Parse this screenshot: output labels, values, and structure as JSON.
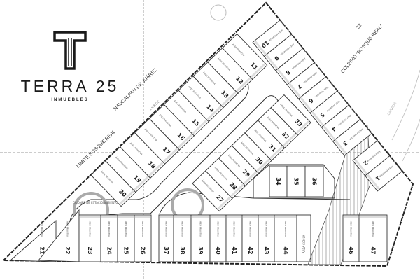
{
  "logo": {
    "name": "TERRA 25",
    "subtitle": "INMUEBLES"
  },
  "lot_tag": "ÁREA PRIVATIVA",
  "labels": {
    "limit": "LIMITE BOSQUE REAL",
    "municipality": "NAUCALPAN DE JUÁREZ",
    "neighbor_number": "23",
    "neighbor_name": "COLEGIO \"BOSQUE REAL\"",
    "ravine": "CAÑADA",
    "parking": "CAJONES DE ESTACIONAMIENTO",
    "common_area": "ÁREA COMÚN",
    "easement": "A.V.B.C.C."
  },
  "lots": {
    "nw_strip": [
      "20",
      "19",
      "18",
      "17",
      "16",
      "15",
      "14",
      "13",
      "12",
      "11"
    ],
    "ne_strip": [
      "10",
      "9",
      "8",
      "7",
      "6",
      "5",
      "4",
      "3"
    ],
    "corner": [
      "2",
      "1"
    ],
    "central_block": [
      "27",
      "28",
      "29",
      "30",
      "31",
      "32",
      "33"
    ],
    "inner_block": [
      "34",
      "35",
      "36"
    ],
    "bottom_row": [
      "21",
      "22",
      "23",
      "24",
      "25",
      "26",
      "37",
      "38",
      "39",
      "40",
      "41",
      "42",
      "43",
      "44",
      "46",
      "47"
    ]
  },
  "colors": {
    "line": "#333333",
    "road_shadow": "#d8d8d8",
    "hatch": "#999999"
  }
}
